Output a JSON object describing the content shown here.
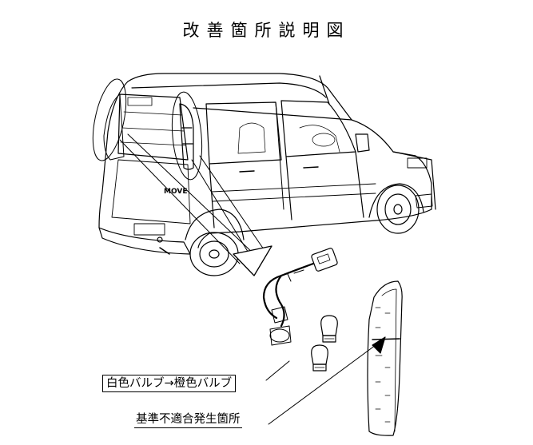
{
  "title": "改善箇所説明図",
  "vehicle_badge": "MOVE",
  "callouts": {
    "bulb_change": "白色バルブ→橙色バルブ",
    "nonconformity": "基準不適合発生箇所"
  }
}
